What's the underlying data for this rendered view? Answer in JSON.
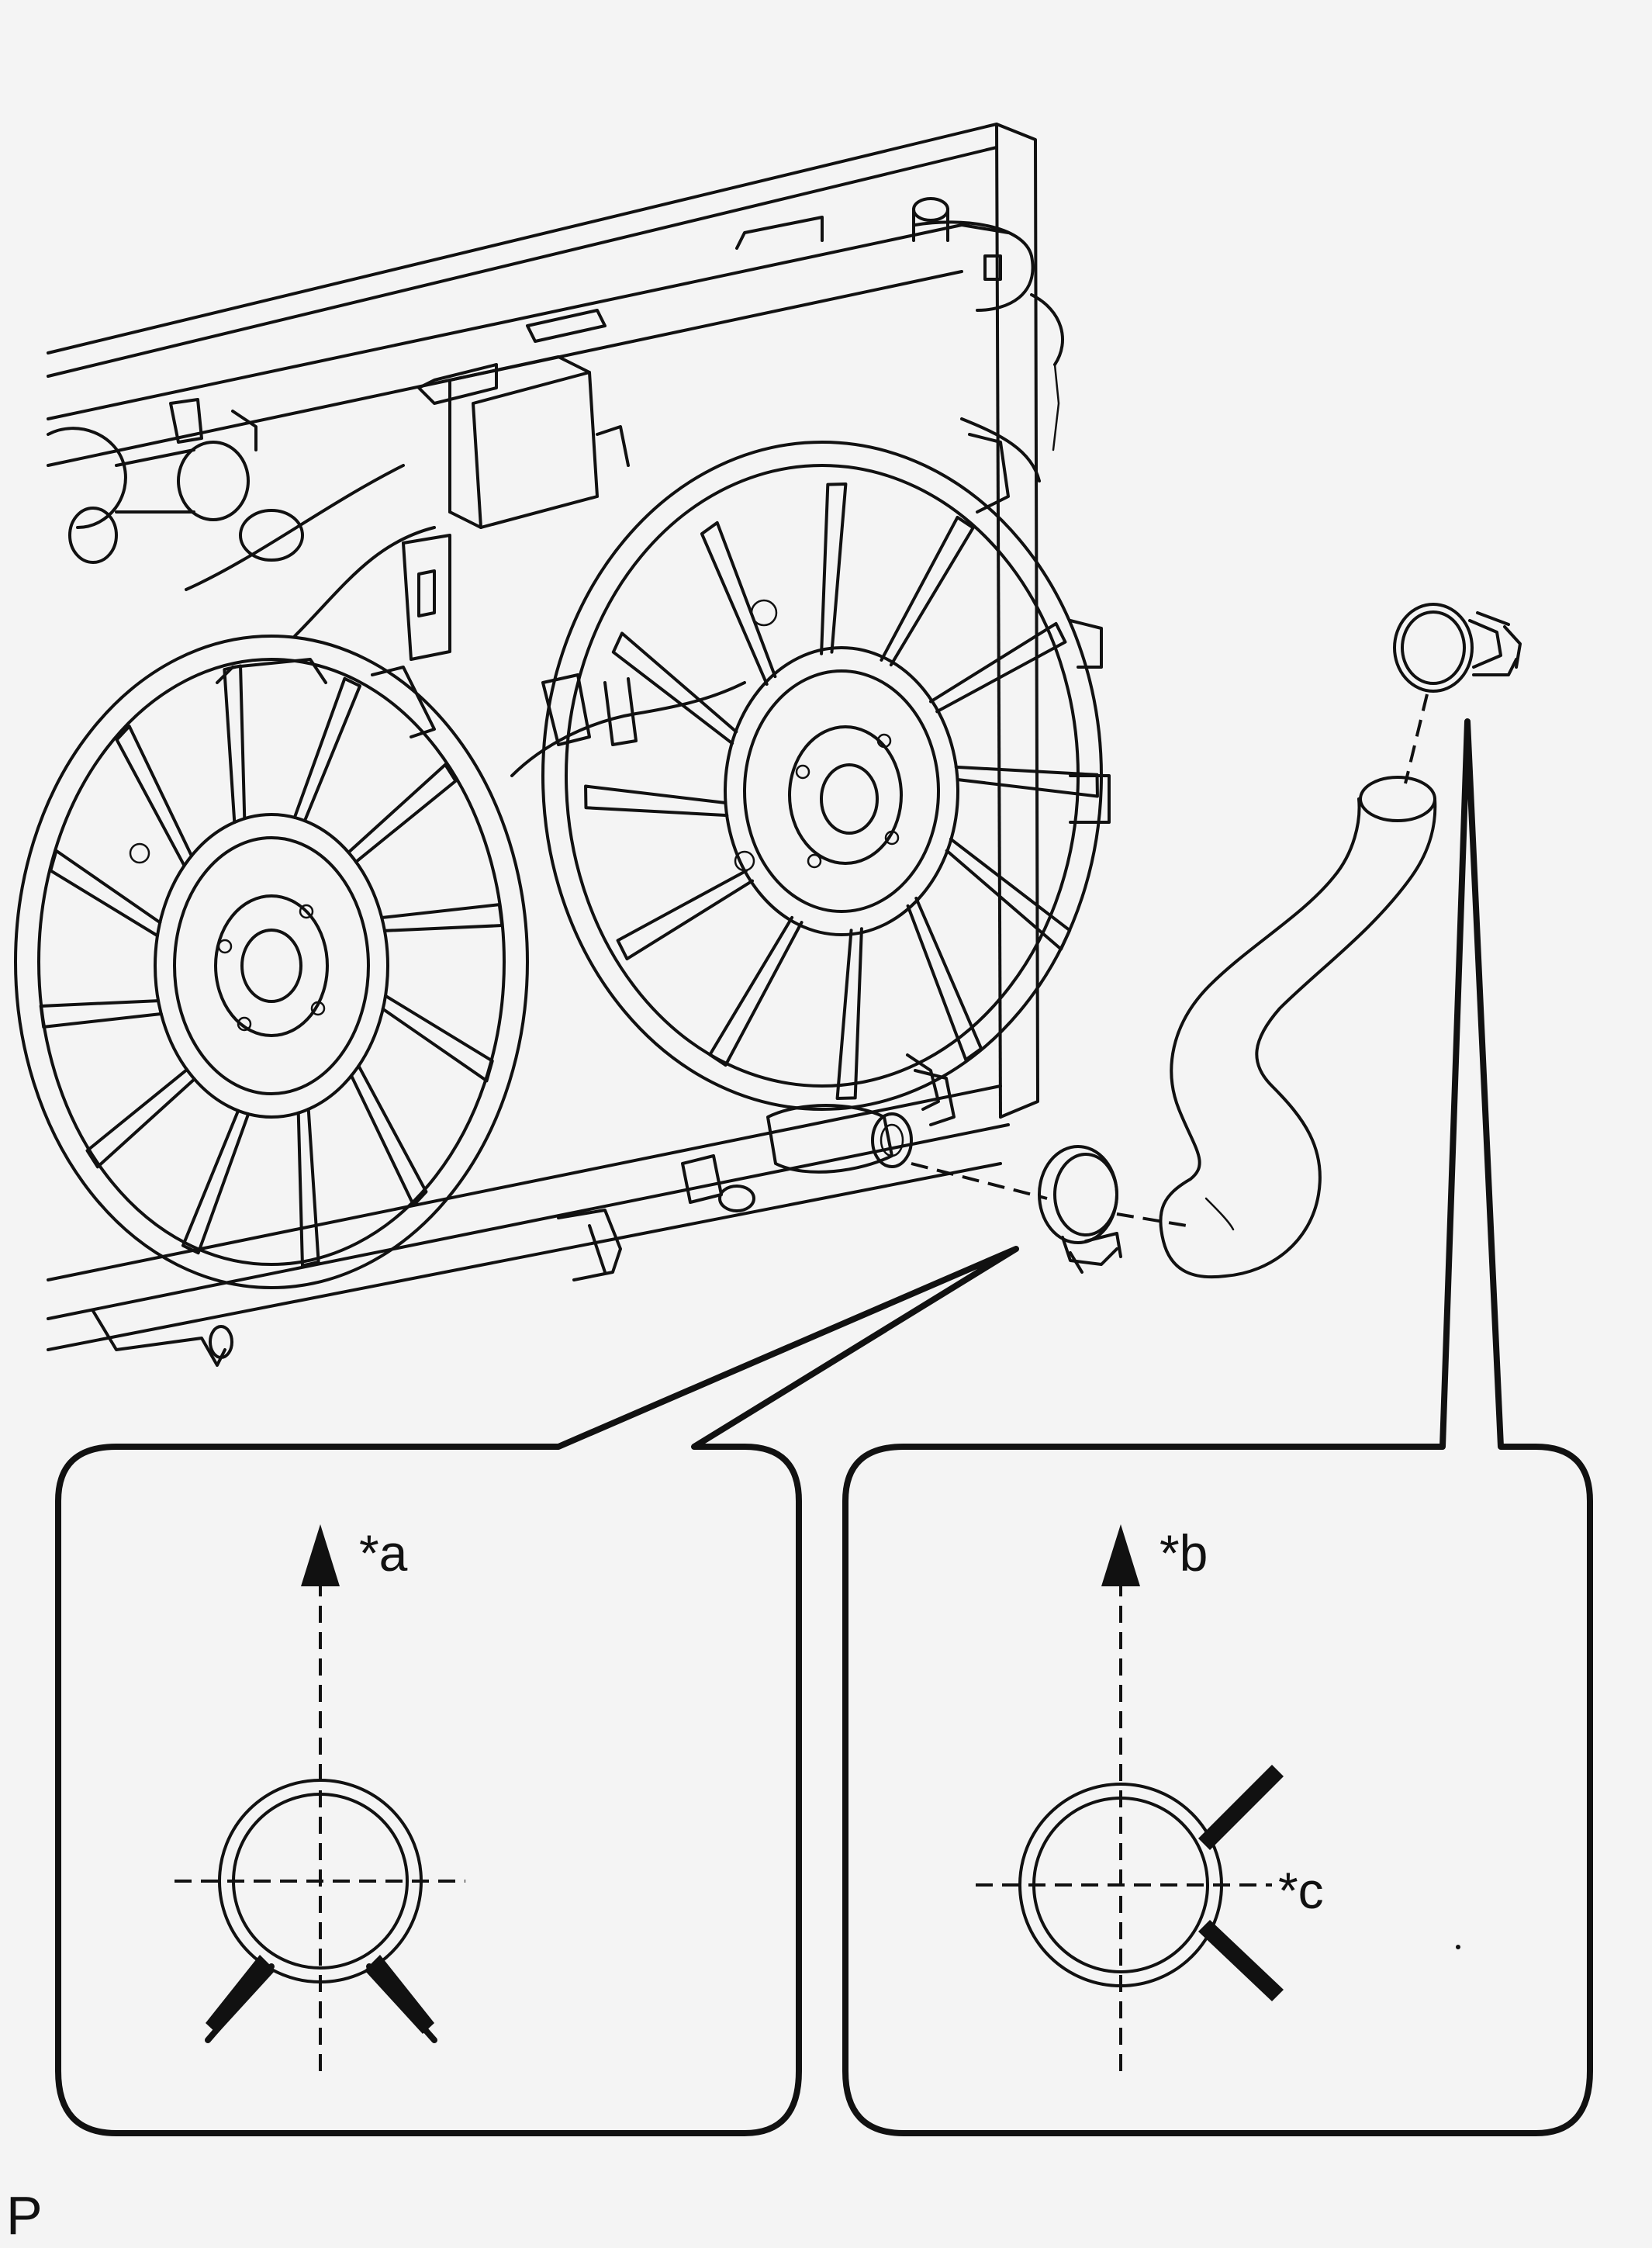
{
  "labels": {
    "a": "*a",
    "b": "*b",
    "c": "*c"
  },
  "corner_code": "P",
  "colors": {
    "background": "#f4f4f4",
    "line": "#111111"
  }
}
